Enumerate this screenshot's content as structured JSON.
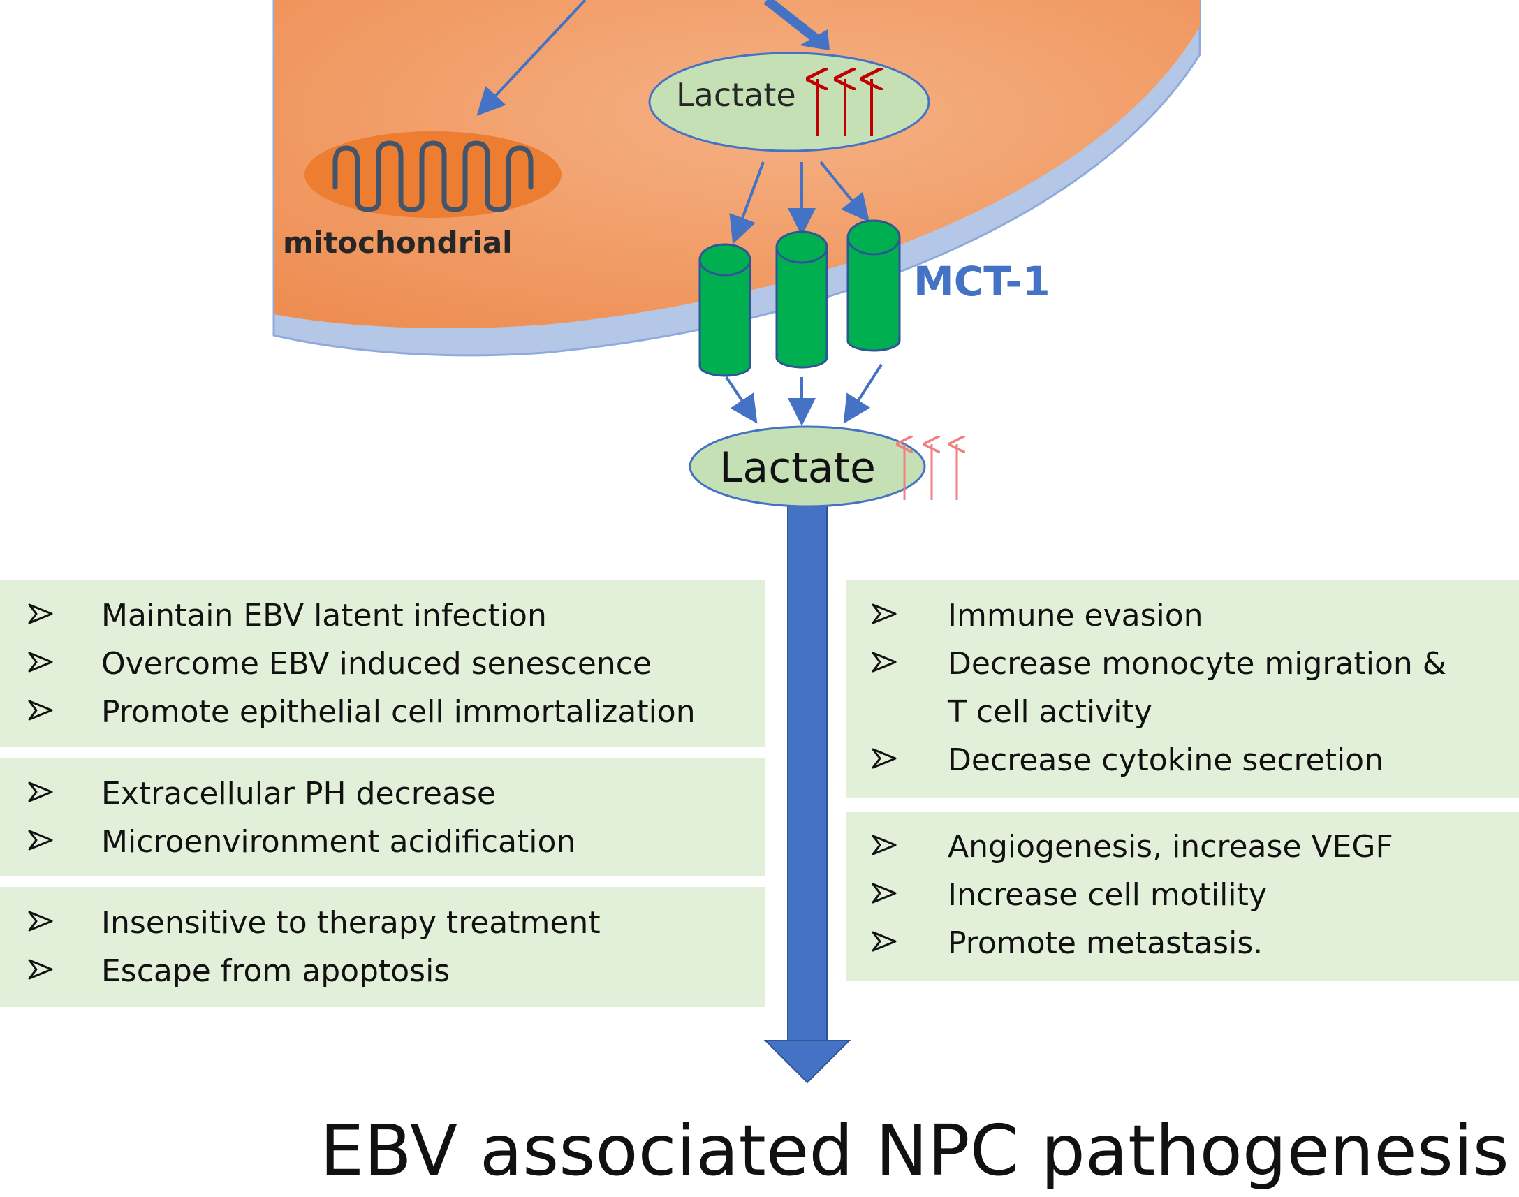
{
  "labels": {
    "mitochondrial": "mitochondrial",
    "lactate_inside": "Lactate",
    "lactate_outside": "Lactate",
    "transporter": "MCT-1"
  },
  "left_boxes": [
    {
      "items": [
        "Maintain EBV latent infection",
        "Overcome EBV induced senescence",
        "Promote epithelial cell immortalization"
      ]
    },
    {
      "items": [
        "Extracellular PH decrease",
        "Microenvironment acidification"
      ]
    },
    {
      "items": [
        "Insensitive to therapy treatment",
        "Escape from apoptosis"
      ]
    }
  ],
  "right_boxes": [
    {
      "items": [
        "Immune evasion",
        "Decrease monocyte migration &",
        "T cell activity",
        "Decrease cytokine secretion"
      ]
    },
    {
      "items": [
        "Angiogenesis, increase VEGF",
        "Increase cell motility",
        "Promote metastasis."
      ]
    }
  ],
  "title": "EBV associated NPC pathogenesis",
  "colors": {
    "cell": "#f0955d",
    "membrane": "#b4c7e7",
    "mitochondrion": "#ed7d31",
    "lactate_ellipse": "#c5e0b4",
    "channel": "#00b050",
    "arrow": "#4472c4",
    "up_arrow": "#c00000",
    "box": "#e2efd9"
  }
}
